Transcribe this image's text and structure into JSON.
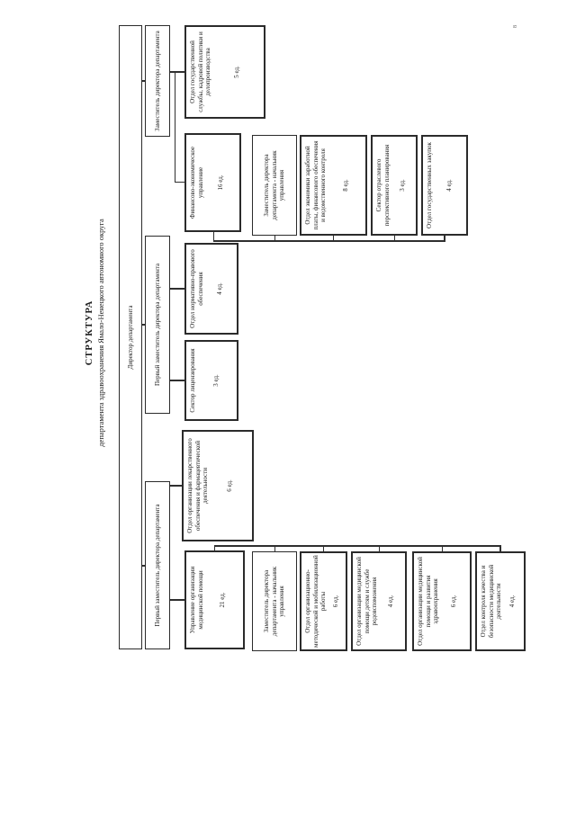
{
  "page": {
    "title_line1": "СТРУКТУРА",
    "title_line2": "департамента здравоохранения Ямало-Ненецкого автономного округа",
    "page_mark": "8"
  },
  "boxes": {
    "director": {
      "label": "Директор департамента"
    },
    "deputy_a": {
      "label": "Заместитель директора департамента"
    },
    "deputy_b": {
      "label": "Первый заместитель директора департамента"
    },
    "deputy_c": {
      "label": "Первый заместитель директора департамента"
    },
    "civil_service": {
      "label": "Отдел государственной службы, кадровой политики и делопроизводства",
      "count": "5 ед."
    },
    "finance": {
      "label": "Финансово-экономическое управление",
      "count": "16 ед."
    },
    "legal": {
      "label": "Отдел нормативно-правового обеспечения",
      "count": "4 ед."
    },
    "licensing": {
      "label": "Сектор лицензирования",
      "count": "3 ед."
    },
    "pharma": {
      "label": "Отдел организации лекарственного обеспечения и фармацевтической деятельности",
      "count": "6 ед."
    },
    "med_care": {
      "label": "Управление организации медицинской помощи",
      "count": "21 ед."
    },
    "fin_head": {
      "label": "Заместитель директора департамента - начальник управления"
    },
    "fin_econ": {
      "label": "Отдел экономики заработной платы, финансового обеспечения и ведомственного контроля",
      "count": "8 ед."
    },
    "fin_plan": {
      "label": "Сектор отраслевого перспективного планирования",
      "count": "3 ед."
    },
    "fin_proc": {
      "label": "Отдел государственных закупок",
      "count": "4 ед."
    },
    "med_head": {
      "label": "Заместитель директора департамента - начальник управления"
    },
    "med_org": {
      "label": "Отдел организационно-методической и мобилизационной работы",
      "count": "6 ед."
    },
    "med_child": {
      "label": "Отдел организации медицинской помощи детям и службе родовспоможения",
      "count": "4 ед."
    },
    "med_dev": {
      "label": "Отдел организации медицинской помощи и развития здравоохранения",
      "count": "6 ед."
    },
    "med_quality": {
      "label": "Отдел контроля качества и безопасности медицинской деятельности",
      "count": "4 ед."
    }
  }
}
